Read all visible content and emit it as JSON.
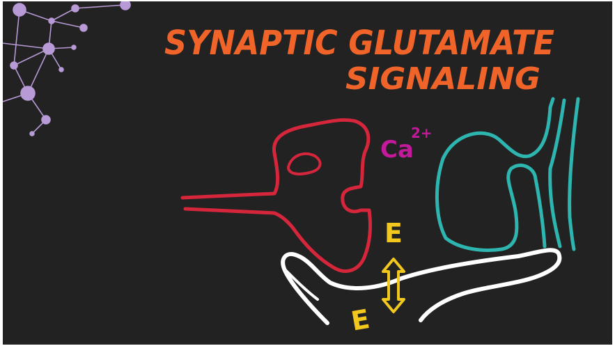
{
  "title": {
    "line1": "SYNAPTIC GLUTAMATE",
    "line2": "SIGNALING"
  },
  "labels": {
    "calcium": "Ca",
    "calcium_charge": "2+",
    "glutamate_upper": "E",
    "glutamate_lower": "E"
  },
  "colors": {
    "background": "#222222",
    "title": "#f0642a",
    "presynaptic": "#d6263c",
    "postsynaptic": "#2fb5b0",
    "astrocyte": "#ffffff",
    "calcium": "#c21a9b",
    "glutamate": "#f2c81f",
    "network": "#b79ad6"
  },
  "icons": {
    "network_decoration": "molecule-network-icon",
    "exchange_arrow": "double-arrow-icon"
  }
}
